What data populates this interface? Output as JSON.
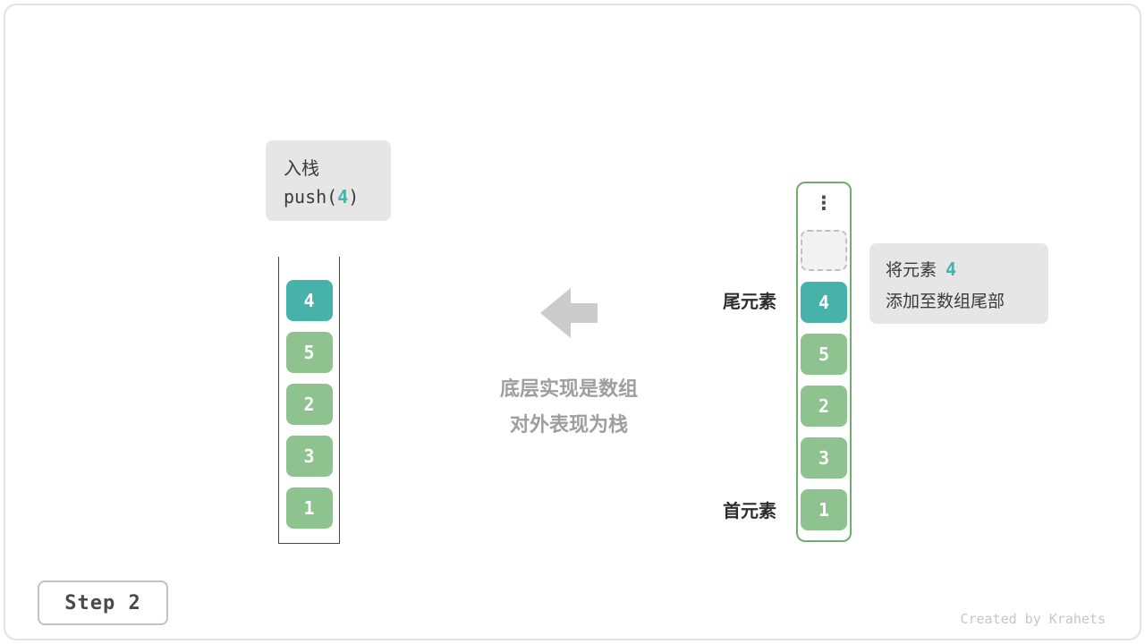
{
  "colors": {
    "teal": "#46b2a9",
    "green": "#8ec28e",
    "green-border": "#6fae6f",
    "box-bg": "#e6e6e6",
    "dark-text": "#3b3b3b",
    "gray-text": "#9e9e9e",
    "label-text": "#2d2d2d",
    "arrow": "#cbcbcb",
    "step-text": "#4a4a4a",
    "step-border": "#c2c2c2",
    "card-border": "#e2e2e2",
    "muted": "#c6c6c6"
  },
  "push_box": {
    "title": "入栈",
    "code_prefix": "push(",
    "code_value": "4",
    "code_suffix": ")"
  },
  "left_stack": {
    "cells": [
      "4",
      "5",
      "2",
      "3",
      "1"
    ]
  },
  "right_stack": {
    "ellipsis": "⋮",
    "cells": [
      "4",
      "5",
      "2",
      "3",
      "1"
    ]
  },
  "labels": {
    "tail": "尾元素",
    "head": "首元素"
  },
  "note_box": {
    "line1_text": "将元素",
    "line1_value": "4",
    "line2_text": "添加至数组尾部"
  },
  "center_note": {
    "line1": "底层实现是数组",
    "line2": "对外表现为栈"
  },
  "step_label": "Step 2",
  "credit": "Created by Krahets"
}
